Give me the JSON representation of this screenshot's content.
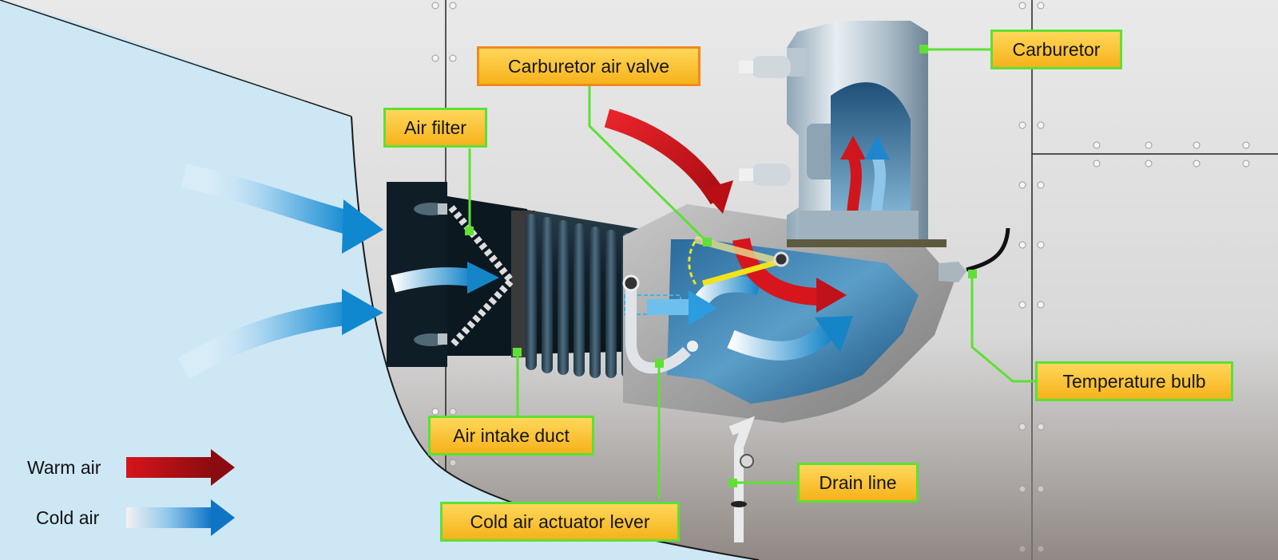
{
  "labels": {
    "carburetor": "Carburetor",
    "carburetor_air_valve": "Carburetor air valve",
    "air_filter": "Air filter",
    "temperature_bulb": "Temperature bulb",
    "air_intake_duct": "Air intake duct",
    "drain_line": "Drain line",
    "cold_air_actuator_lever": "Cold air actuator lever"
  },
  "legend": {
    "warm_air": "Warm air",
    "cold_air": "Cold air"
  },
  "colors": {
    "warm_air": "#d0161c",
    "cold_air": "#1a8fd6",
    "callout_border": "#5ee035",
    "callout_fill": "#f9c232",
    "valve_callout_border": "#f08a1e",
    "sky": "#cde7f5"
  }
}
